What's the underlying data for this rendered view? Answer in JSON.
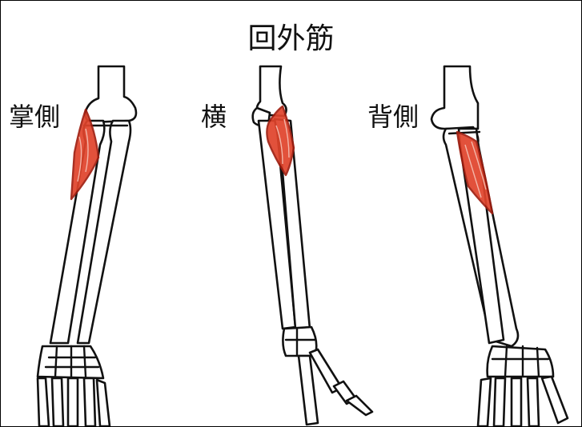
{
  "title": "回外筋",
  "views": {
    "palmar": "掌側",
    "lateral": "横",
    "dorsal": "背側"
  },
  "colors": {
    "muscle": "#e0432b",
    "outline": "#111111",
    "background": "#ffffff"
  }
}
